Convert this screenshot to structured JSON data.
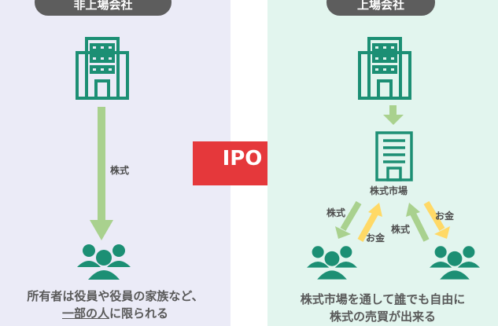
{
  "left": {
    "pill": "非上場会社",
    "arrow_label": "株式",
    "caption_line1": "所有者は役員や役員の家族など、",
    "caption_line2_u1": "一部の",
    "caption_line2_u2": "人",
    "caption_line2_rest": "に限られる"
  },
  "right": {
    "pill": "上場会社",
    "market_label": "株式市場",
    "left_stock_label": "株式",
    "left_money_label": "お金",
    "right_stock_label": "株式",
    "right_money_label": "お金",
    "caption_line1_a": "株式市場を通して",
    "caption_line1_u": "誰",
    "caption_line1_b": "でも自由に",
    "caption_line2": "株式の売買が出来る"
  },
  "center": {
    "ipo_label": "IPO"
  },
  "colors": {
    "teal": "#1c8f74",
    "green_arrow": "#a9d18e",
    "yellow_arrow": "#ffd966",
    "red_arrow": "#e5383b",
    "pill_bg": "#5d5d5d"
  }
}
